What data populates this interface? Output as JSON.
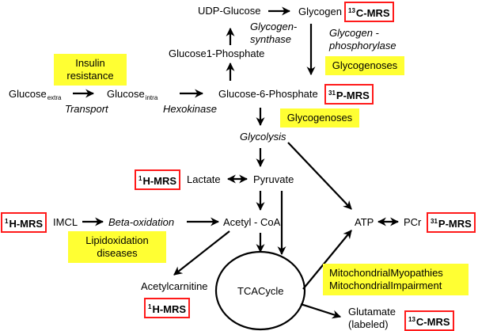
{
  "metabolites": {
    "glucose_extra": {
      "base": "Glucose",
      "sub": "extra"
    },
    "glucose_intra": {
      "base": "Glucose",
      "sub": "intra"
    },
    "glucose6p": "Glucose-6-Phosphate",
    "glucose1p": "Glucose1-Phosphate",
    "udp_glucose": "UDP-Glucose",
    "glycogen": "Glycogen",
    "glycolysis": "Glycolysis",
    "lactate": "Lactate",
    "pyruvate": "Pyruvate",
    "acetyl_coa": "Acetyl - CoA",
    "imcl": "IMCL",
    "beta_oxidation": "Beta-oxidation",
    "acetylcarnitine": "Acetylcarnitine",
    "tca_cycle": "TCACycle",
    "atp": "ATP",
    "pcr": "PCr",
    "glutamate": "Glutamate",
    "glutamate_note": "(labeled)"
  },
  "enzymes": {
    "transport": "Transport",
    "hexokinase": "Hexokinase",
    "glycogen_synthase_1": "Glycogen-",
    "glycogen_synthase_2": "synthase",
    "glycogen_phosphorylase_1": "Glycogen -",
    "glycogen_phosphorylase_2": "phosphorylase"
  },
  "diseases": {
    "insulin_resistance_1": "Insulin",
    "insulin_resistance_2": "resistance",
    "glycogenoses_a": "Glycogenoses",
    "glycogenoses_b": "Glycogenoses",
    "lipidoxidation_1": "Lipidoxidation",
    "lipidoxidation_2": "diseases",
    "mito_1": "MitochondrialMyopathies",
    "mito_2": "MitochondrialImpairment"
  },
  "mrs_methods": {
    "c13_glycogen": {
      "sup": "13",
      "label": "C-MRS"
    },
    "p31_g6p": {
      "sup": "31",
      "label": "P-MRS"
    },
    "h1_lactate": {
      "sup": "1",
      "label": "H-MRS"
    },
    "h1_imcl": {
      "sup": "1",
      "label": "H-MRS"
    },
    "h1_acetylcarnitine": {
      "sup": "1",
      "label": "H-MRS"
    },
    "p31_pcr": {
      "sup": "31",
      "label": "P-MRS"
    },
    "c13_glutamate": {
      "sup": "13",
      "label": "C-MRS"
    }
  },
  "colors": {
    "highlight": "#ffff33",
    "mrs_border": "#ff1a1a",
    "arrow": "#000000"
  }
}
